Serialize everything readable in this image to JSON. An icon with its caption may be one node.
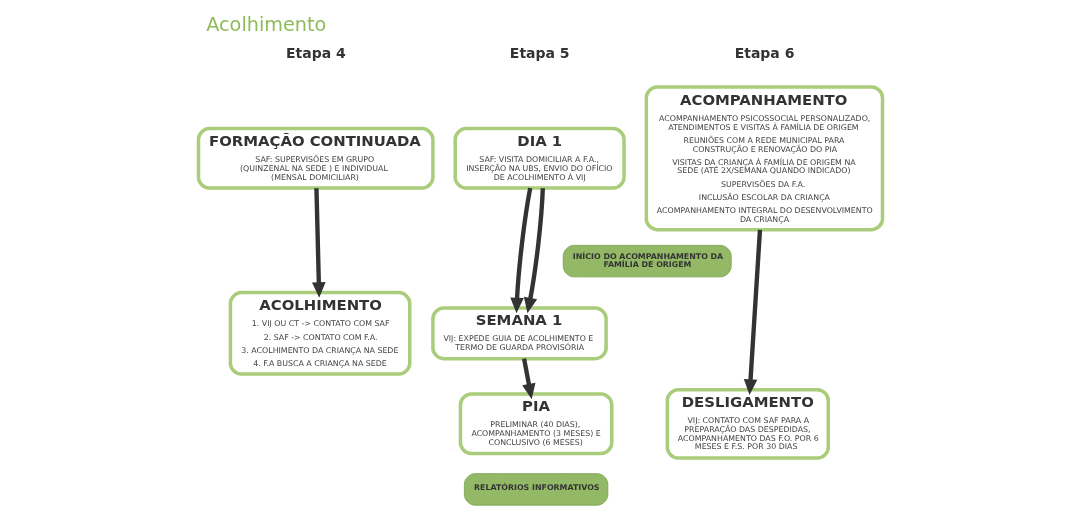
{
  "diagram": {
    "title": "Acolhimento",
    "nodes": [
      {
        "text": [
          "FORMAÇÃO CONTINUADA",
          "SAF: SUPERVISÕES EM GRUPO (QUINZENAL NA SEDE ) E INDIVIDUAL (MENSAL DOMICILIAR)"
        ]
      },
      {
        "text": [
          "DIA 1",
          "SAF: VISITA DOMICILIAR A F.A., INSERÇÃO NA UBS, ENVIO DO OFÍCIO DE ACOLHIMENTO À VIJ"
        ]
      },
      {
        "text": [
          "ACOMPANHAMENTO",
          "ACOMPANHAMENTO PSICOSSOCIAL PERSONALIZADO, ATENDIMENTOS E VISITAS À FAMÍLIA DE ORIGEM",
          "REUNIÕES COM A REDE MUNICIPAL PARA CONSTRUÇÃO E RENOVAÇÃO DO PIA",
          "VISITAS DA CRIANÇA À FAMÍLIA DE ORIGEM NA SEDE (ATÉ 2X/SEMANA QUANDO INDICADO)",
          "SUPERVISÕES DA F.A.",
          "INCLUSÃO ESCOLAR DA CRIANÇA",
          "ACOMPANHAMENTO INTEGRAL DO DESENVOLVIMENTO DA CRIANÇA"
        ]
      },
      {
        "text": [
          "INÍCIO DO ACOMPANHAMENTO DA FAMÍLIA DE ORIGEM"
        ]
      },
      {
        "text": [
          "ACOLHIMENTO",
          "1. VIJ OU CT -> CONTATO COM SAF",
          "2. SAF -> CONTATO COM F.A.",
          "3. ACOLHIMENTO DA CRIANÇA NA SEDE",
          "4. F.A BUSCA A CRIANÇA NA SEDE"
        ]
      },
      {
        "text": [
          "SEMANA 1",
          "VIJ: EXPEDE GUIA DE ACOLHIMENTO E TERMO DE GUARDA PROVISÓRIA"
        ]
      },
      {
        "text": [
          "PIA",
          "PRELIMINAR (40 DIAS), ACOMPANHAMENTO (3 MESES) E CONCLUSIVO (6 MESES)"
        ]
      },
      {
        "text": [
          "DESLIGAMENTO",
          "VIJ: CONTATO COM SAF PARA A PREPARAÇÃO DAS DESPEDIDAS, ACOMPANHAMENTO DAS F.O. POR 6 MESES E F.S. POR 30 DIAS"
        ]
      },
      {
        "text": [
          "RELATÓRIOS INFORMATIVOS"
        ]
      }
    ],
    "edges": [
      {
        "from": 0,
        "to": 4,
        "arrow": "to"
      },
      {
        "from": 1,
        "to": 5,
        "arrow": "to"
      },
      {
        "from": 1,
        "to": 5,
        "arrow": "to"
      },
      {
        "from": 5,
        "to": 6,
        "arrow": "to"
      },
      {
        "from": 2,
        "to": 7,
        "arrow": "to"
      }
    ],
    "labels": [
      "Etapa 4",
      "Etapa 5",
      "Etapa 6"
    ]
  }
}
